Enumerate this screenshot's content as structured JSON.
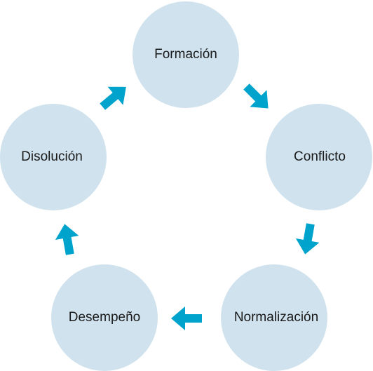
{
  "diagram": {
    "type": "cycle",
    "colors": {
      "node_fill": "#cfe2ee",
      "arrow": "#00a3cc",
      "text": "#1a1a1a"
    },
    "stages": [
      {
        "label": "Formación"
      },
      {
        "label": "Conflicto"
      },
      {
        "label": "Normalización"
      },
      {
        "label": "Desempeño"
      },
      {
        "label": "Disolución"
      }
    ],
    "connections": [
      {
        "from": "Formación",
        "to": "Conflicto",
        "icon": "arrow-icon"
      },
      {
        "from": "Conflicto",
        "to": "Normalización",
        "icon": "arrow-icon"
      },
      {
        "from": "Normalización",
        "to": "Desempeño",
        "icon": "arrow-icon"
      },
      {
        "from": "Desempeño",
        "to": "Disolución",
        "icon": "arrow-icon"
      },
      {
        "from": "Disolución",
        "to": "Formación",
        "icon": "arrow-icon"
      }
    ]
  }
}
